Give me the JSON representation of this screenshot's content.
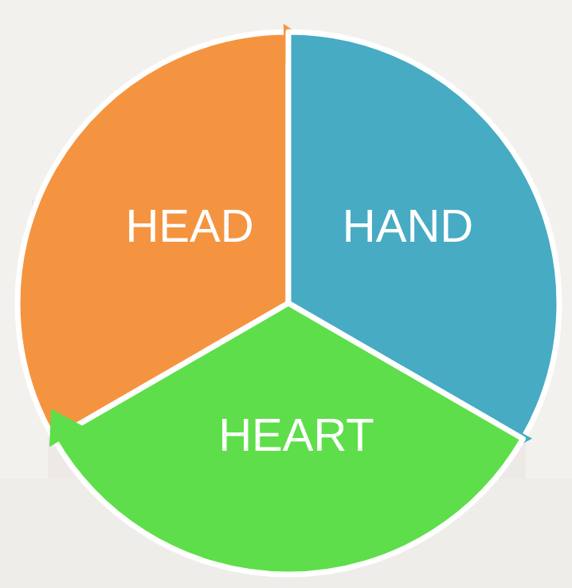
{
  "diagram": {
    "nodes": [
      {
        "text": [
          "HEAD"
        ]
      },
      {
        "text": [
          "HAND"
        ]
      },
      {
        "text": [
          "HEART"
        ]
      }
    ]
  }
}
